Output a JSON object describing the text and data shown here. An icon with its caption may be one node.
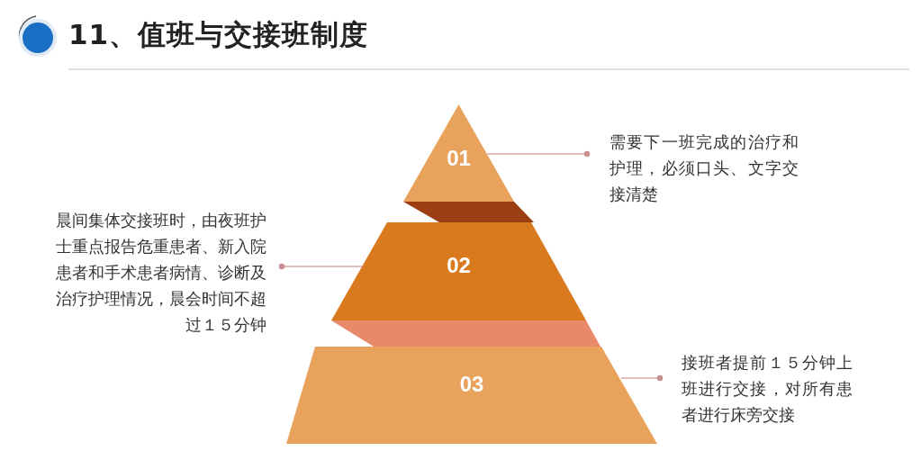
{
  "diagram": {
    "title": "11、值班与交接班制度",
    "nodes": [
      {
        "text": [
          "01"
        ]
      },
      {
        "text": [],
        "shape": "band"
      },
      {
        "text": [
          "02"
        ]
      },
      {
        "text": [],
        "shape": "band"
      },
      {
        "text": [
          "03"
        ]
      },
      {
        "text": [
          "需要下一班完成的治疗和护理，必须口头、文字交接清楚"
        ]
      },
      {
        "text": [
          "晨间集体交接班时，由夜班护士重点报告危重患者、新入院患者和手术患者病情、诊断及治疗护理情况，晨会时间不超过１５分钟"
        ]
      },
      {
        "text": [
          "接班者提前１５分钟上班进行交接，对所有患者进行床旁交接"
        ]
      }
    ],
    "edges": [
      {
        "from": 5,
        "to": 0,
        "arrow": "other"
      },
      {
        "from": 6,
        "to": 2,
        "arrow": "other"
      },
      {
        "from": 7,
        "to": 4,
        "arrow": "other"
      }
    ]
  }
}
